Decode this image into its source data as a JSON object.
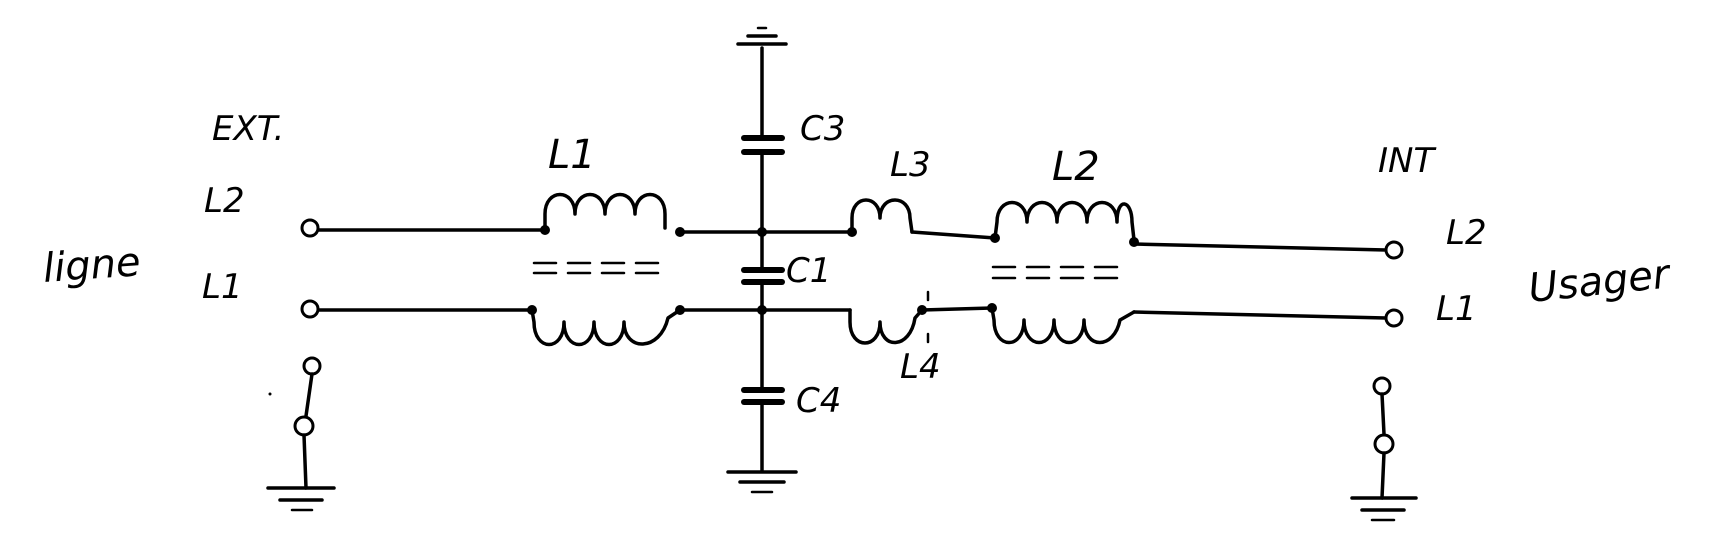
{
  "labels": {
    "ext": "EXT.",
    "int": "INT",
    "ligne": "ligne",
    "usager": "Usager",
    "left_l2": "L2",
    "left_l1": "L1",
    "right_l2": "L2",
    "right_l1": "L1",
    "inductor_l1": "L1",
    "inductor_l2": "L2",
    "inductor_l3": "L3",
    "inductor_l4": "L4",
    "cap_c1": "C1",
    "cap_c3": "C3",
    "cap_c4": "C4"
  },
  "colors": {
    "ink": "#000000",
    "paper": "#ffffff"
  }
}
